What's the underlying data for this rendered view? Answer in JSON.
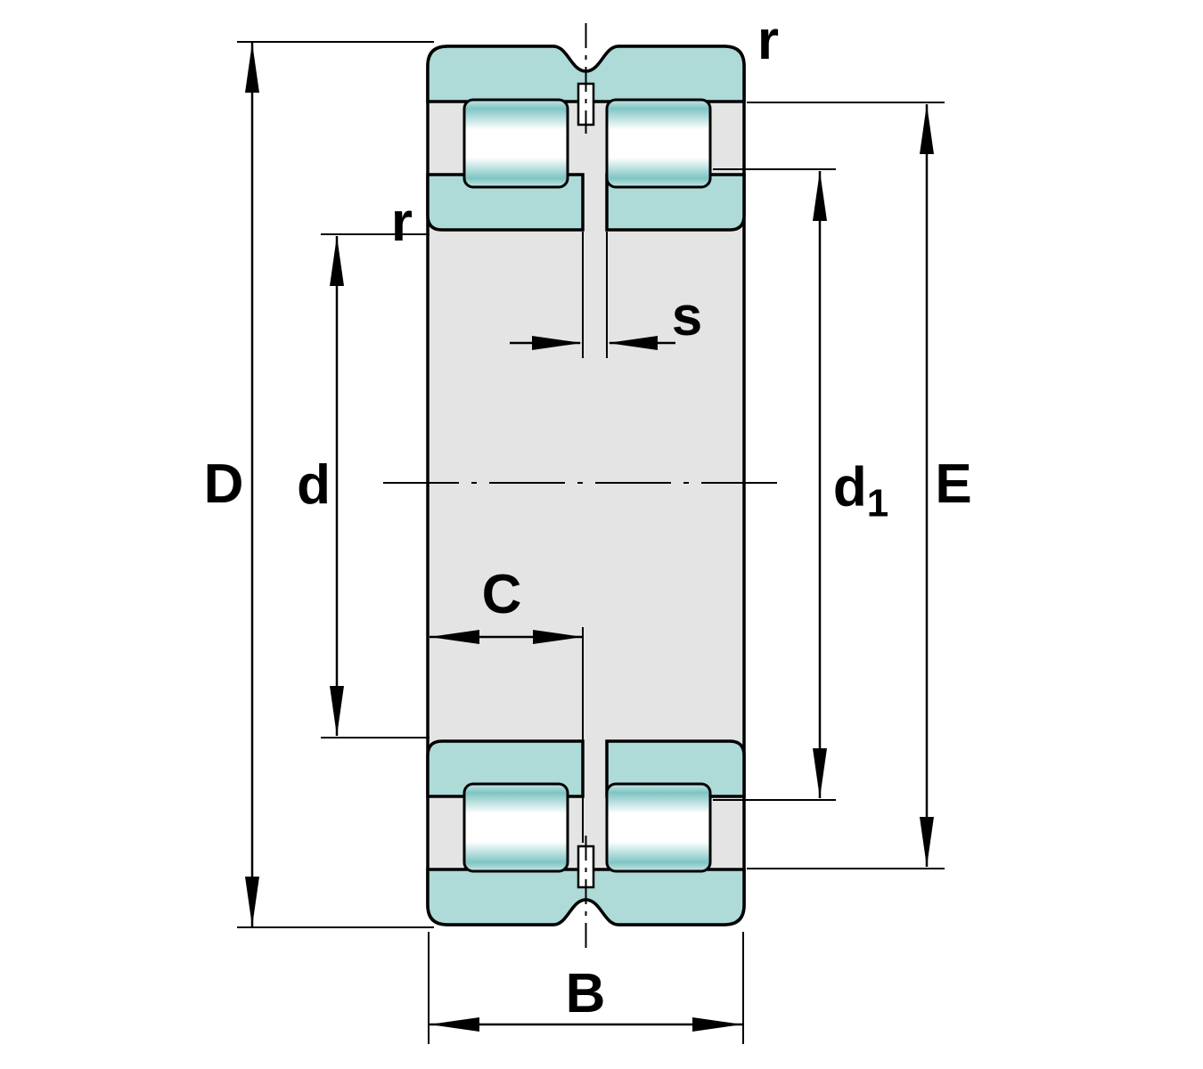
{
  "labels": {
    "outside_diameter": "D",
    "bore_diameter": "d",
    "chamfer_outer": "r",
    "chamfer_inner": "r",
    "groove_width": "s",
    "offset_c": "C",
    "width_b": "B",
    "d1_base": "d",
    "d1_subscript": "1",
    "raceway_e": "E"
  },
  "colors": {
    "ring_teal": "#aedad8",
    "body_gray": "#e4e4e4",
    "roller_teal": "#7ec5c3",
    "roller_teal_light": "#c9e8e7",
    "line": "#000000",
    "background": "#ffffff"
  }
}
